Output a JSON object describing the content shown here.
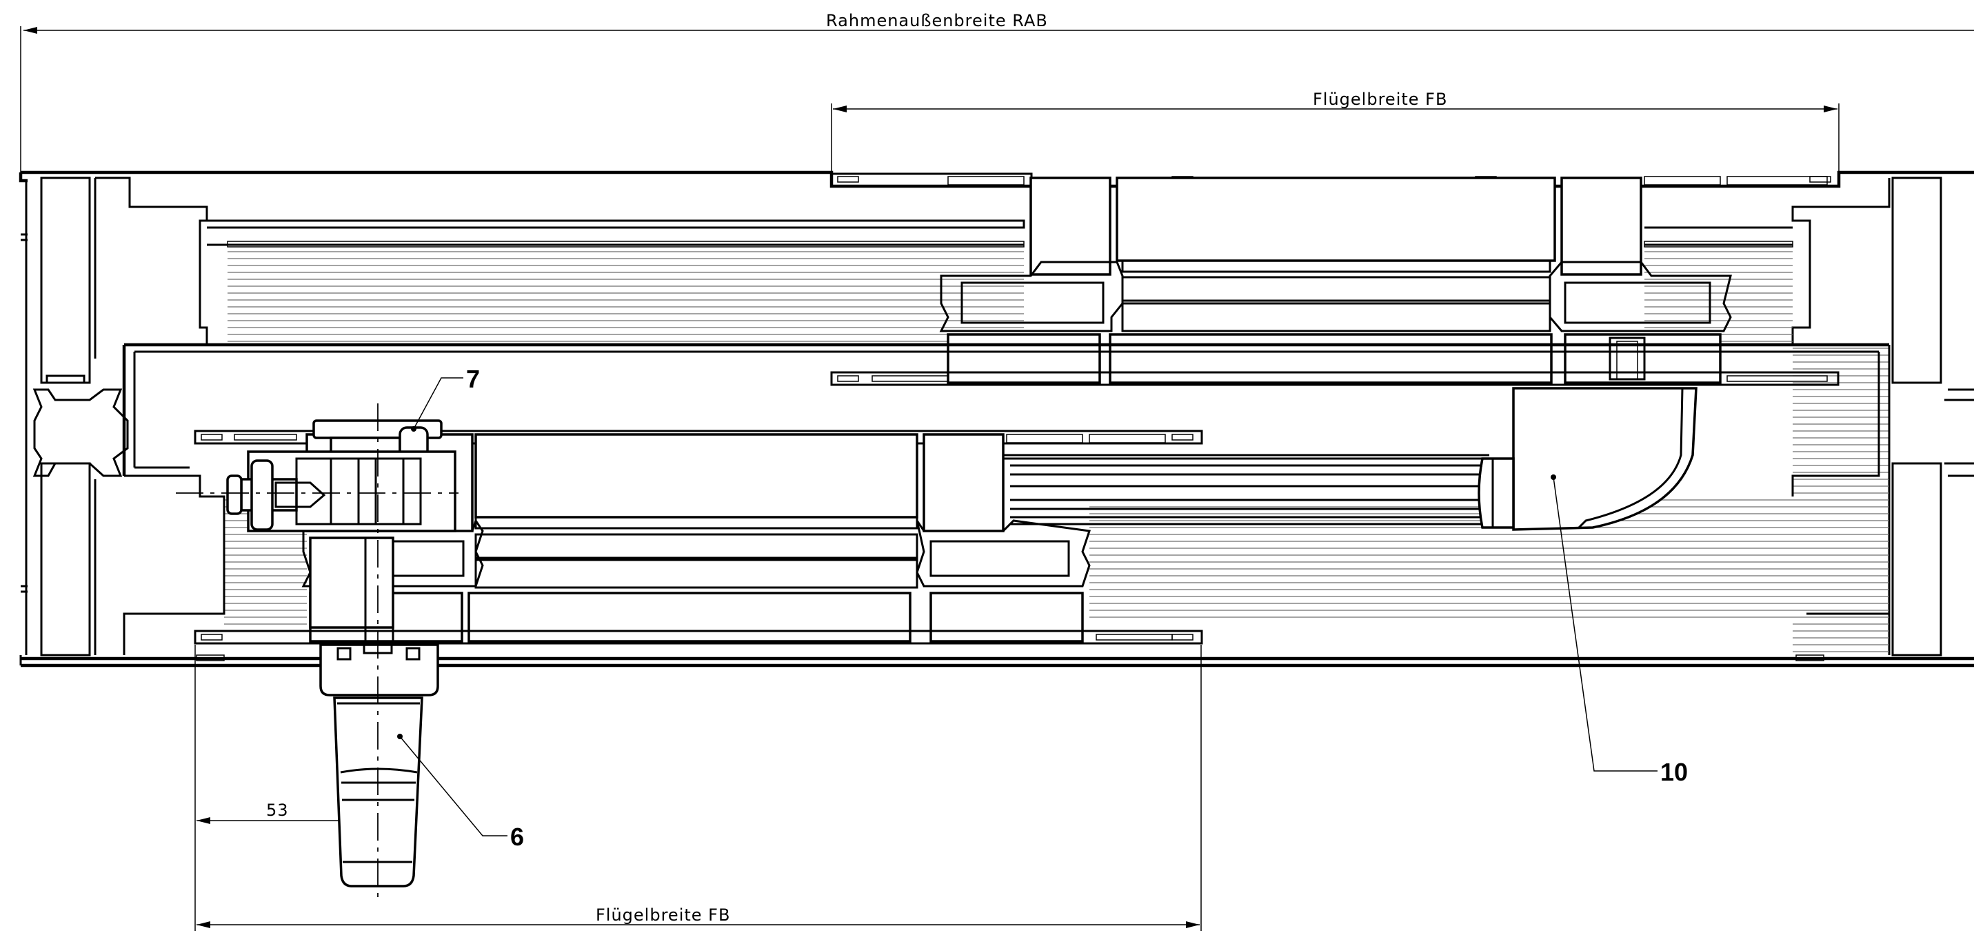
{
  "dimensions": {
    "frame_outer_width": "Rahmenaußenbreite RAB",
    "sash_width_top": "Flügelbreite FB",
    "sash_width_bottom": "Flügelbreite FB",
    "handle_offset": "53"
  },
  "callouts": {
    "c7": "7",
    "c6": "6",
    "c10": "10"
  }
}
